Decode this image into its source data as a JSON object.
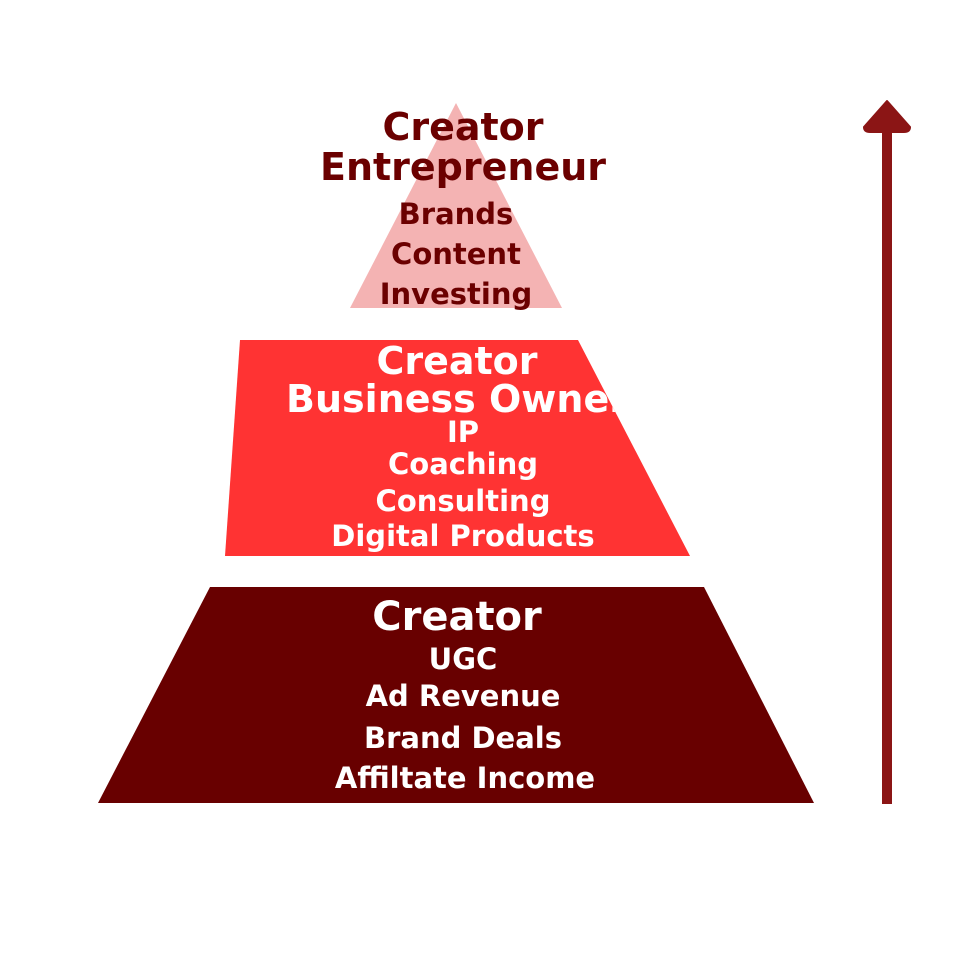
{
  "colors": {
    "top_fill": "#f4b3b3",
    "top_text": "#6b0000",
    "middle_fill": "#ff3333",
    "middle_text": "#ffffff",
    "bottom_fill": "#680000",
    "bottom_text": "#ffffff",
    "arrow": "#8b1515"
  },
  "tiers": {
    "top": {
      "title_line1": "Creator",
      "title_line2": "Entrepreneur",
      "items": [
        "Brands",
        "Content",
        "Investing"
      ]
    },
    "middle": {
      "title_line1": "Creator",
      "title_line2": "Business Owner",
      "items": [
        "IP",
        "Coaching",
        "Consulting",
        "Digital Products"
      ]
    },
    "bottom": {
      "title_line1": "Creator",
      "items": [
        "UGC",
        "Ad Revenue",
        "Brand Deals",
        "Affiltate Income"
      ]
    }
  },
  "arrow": {
    "icon": "up-arrow-icon"
  }
}
